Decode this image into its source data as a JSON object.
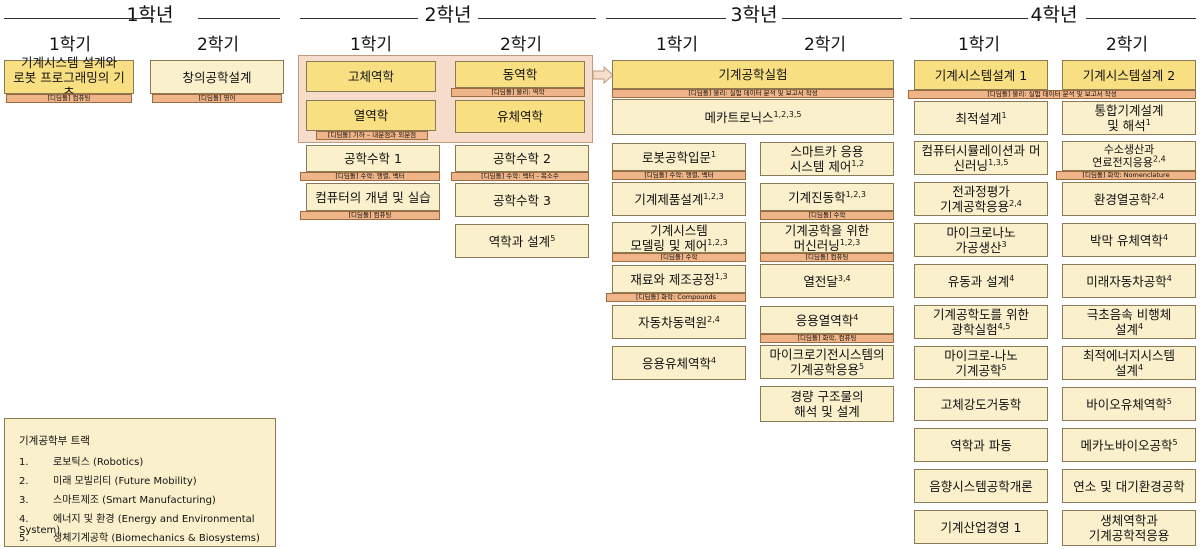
{
  "years": {
    "y1": {
      "label": "1학년",
      "sem1": "1학기",
      "sem2": "2학기"
    },
    "y2": {
      "label": "2학년",
      "sem1": "1학기",
      "sem2": "2학기"
    },
    "y3": {
      "label": "3학년",
      "sem1": "1학기",
      "sem2": "2학기"
    },
    "y4": {
      "label": "4학년",
      "sem1": "1학기",
      "sem2": "2학기"
    }
  },
  "courses": {
    "y1s1_1": {
      "name_l1": "기계시스템 설계와",
      "name_l2": "로봇 프로그래밍의 기초",
      "tag": "[디딤돌] 컴퓨팅"
    },
    "y1s2_1": {
      "name": "창의공학설계",
      "tag": "[디딤돌] 영어"
    },
    "y2s1_1": {
      "name": "고체역학"
    },
    "y2s1_2": {
      "name": "열역학",
      "tag": "[디딤돌] 기하 – 내분점과 외분점"
    },
    "y2s1_3": {
      "name": "공학수학 1",
      "tag": "[디딤돌] 수학: 행렬, 벡터"
    },
    "y2s1_4": {
      "name": "컴퓨터의 개념 및 실습",
      "tag": "[디딤돌] 컴퓨팅"
    },
    "y2s2_1": {
      "name": "동역학",
      "tag": "[디딤돌] 물리: 역학"
    },
    "y2s2_2": {
      "name": "유체역학"
    },
    "y2s2_3": {
      "name": "공학수학 2",
      "tag": "[디딤돌] 수학: 벡터 - 복소수"
    },
    "y2s2_4": {
      "name": "공학수학 3"
    },
    "y2s2_5": {
      "name": "역학과 설계",
      "sup": "5"
    },
    "y3_lab": {
      "name": "기계공학실험",
      "tag": "[디딤돌] 물리: 실험 데이터 분석 및 보고서 작성"
    },
    "y3_mech": {
      "name": "메카트로닉스",
      "sup": "1,2,3,5"
    },
    "y3s1_1": {
      "name": "로봇공학입문",
      "sup": "1",
      "tag": "[디딤돌] 수학: 행렬, 벡터"
    },
    "y3s1_2": {
      "name": "기계제품설계",
      "sup": "1,2,3"
    },
    "y3s1_3": {
      "name_l1": "기계시스템",
      "name_l2": "모델링 및 제어",
      "sup": "1,2,3",
      "tag": "[디딤돌] 수학"
    },
    "y3s1_4": {
      "name": "재료와 제조공정",
      "sup": "1,3",
      "tag": "[디딤돌] 화학: Compounds"
    },
    "y3s1_5": {
      "name": "자동차동력원",
      "sup": "2,4"
    },
    "y3s1_6": {
      "name": "응용유체역학",
      "sup": "4"
    },
    "y3s2_1": {
      "name_l1": "스마트카 응용",
      "name_l2": "시스템 제어",
      "sup": "1,2"
    },
    "y3s2_2": {
      "name": "기계진동학",
      "sup": "1,2,3",
      "tag": "[디딤돌] 수학"
    },
    "y3s2_3": {
      "name_l1": "기계공학을 위한",
      "name_l2": "머신러닝",
      "sup": "1,2,3",
      "tag": "[디딤돌] 컴퓨팅"
    },
    "y3s2_4": {
      "name": "열전달",
      "sup": "3,4"
    },
    "y3s2_5": {
      "name": "응용열역학",
      "sup": "4",
      "tag": "[디딤돌] 화학, 컴퓨팅"
    },
    "y3s2_6": {
      "name_l1": "마이크로기전시스템의",
      "name_l2": "기계공학응용",
      "sup": "5"
    },
    "y3s2_7": {
      "name_l1": "경량 구조물의",
      "name_l2": "해석 및 설계"
    },
    "y4_tag": "[디딤돌] 물리: 실험 데이터 분석 및 보고서 작성",
    "y4s1_1": {
      "name": "기계시스템설계 1"
    },
    "y4s1_2": {
      "name": "최적설계",
      "sup": "1"
    },
    "y4s1_3": {
      "name_l1": "컴퓨터시뮬레이션과 머",
      "name_l2": "신러닝",
      "sup": "1,3,5"
    },
    "y4s1_4": {
      "name_l1": "전과정평가",
      "name_l2": "기계공학응용",
      "sup": "2,4"
    },
    "y4s1_5": {
      "name_l1": "마이크로나노",
      "name_l2": "가공생산",
      "sup": "3"
    },
    "y4s1_6": {
      "name": "유동과 설계",
      "sup": "4"
    },
    "y4s1_7": {
      "name_l1": "기계공학도를 위한",
      "name_l2": "광학실험",
      "sup": "4,5"
    },
    "y4s1_8": {
      "name_l1": "마이크로-나노",
      "name_l2": "기계공학",
      "sup": "5"
    },
    "y4s1_9": {
      "name": "고체강도거동학"
    },
    "y4s1_10": {
      "name": "역학과 파동"
    },
    "y4s1_11": {
      "name": "음향시스템공학개론"
    },
    "y4s1_12": {
      "name": "기계산업경영 1"
    },
    "y4s2_1": {
      "name": "기계시스템설계 2"
    },
    "y4s2_2": {
      "name_l1": "통합기계설계",
      "name_l2": "및 해석",
      "sup": "1"
    },
    "y4s2_3": {
      "name_l1": "수소생산과",
      "name_l2": "연료전지응용",
      "sup": "2,4",
      "tag": "[디딤돌] 화학: Nomenclature"
    },
    "y4s2_4": {
      "name": "환경열공학",
      "sup": "2,4"
    },
    "y4s2_5": {
      "name": "박막 유체역학",
      "sup": "4"
    },
    "y4s2_6": {
      "name": "미래자동차공학",
      "sup": "4"
    },
    "y4s2_7": {
      "name_l1": "극초음속 비행체",
      "name_l2": "설계",
      "sup": "4"
    },
    "y4s2_8": {
      "name_l1": "최적에너지시스템",
      "name_l2": "설계",
      "sup": "4"
    },
    "y4s2_9": {
      "name": "바이오유체역학",
      "sup": "5"
    },
    "y4s2_10": {
      "name": "메카노바이오공학",
      "sup": "5"
    },
    "y4s2_11": {
      "name": "연소 및 대기환경공학"
    },
    "y4s2_12": {
      "name_l1": "생체역학과",
      "name_l2": "기계공학적응용"
    }
  },
  "legend": {
    "title": "기계공학부 트랙",
    "items": [
      {
        "num": "1.",
        "text": "로보틱스 (Robotics)"
      },
      {
        "num": "2.",
        "text": "미래 모빌리티 (Future Mobility)"
      },
      {
        "num": "3.",
        "text": "스마트제조 (Smart Manufacturing)"
      },
      {
        "num": "4.",
        "text": "에너지 및 환경 (Energy and Environmental System)"
      },
      {
        "num": "5.",
        "text": "생체기계공학 (Biomechanics & Biosystems)"
      }
    ]
  }
}
